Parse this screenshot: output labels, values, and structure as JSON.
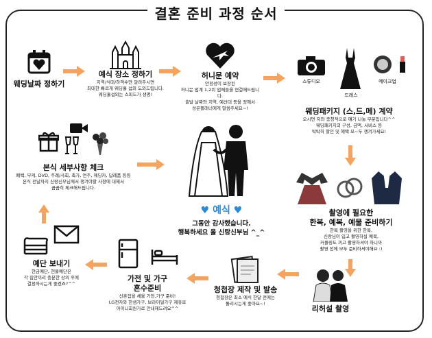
{
  "title": "결혼 준비 과정 순서",
  "accent": "#f4a460",
  "steps": {
    "date": {
      "title": "웨딩날짜 정하기"
    },
    "venue": {
      "title": "예식 장소 정하기",
      "desc": [
        "지역/식대/하객수만 알려주시면",
        "최대한 빠르게 웨딩홀 섭외 도와드립니다.",
        "웨딩홀섭외는 스피드가 생명!"
      ]
    },
    "honeymoon": {
      "title": "허니문 예약",
      "desc": [
        "안정성이 보장된",
        "허니문 업계 1,2위 업체들을 연결해드립니다.",
        "출발 날짜와 지역, 예산대 등을 정해서",
        "성은플래너에게 말씀주세요~!"
      ]
    },
    "sdm": {
      "title": "웨딩패키지 (스,드,메) 계약",
      "labels": [
        "스튜디오",
        "드레스",
        "메이크업"
      ],
      "desc": [
        "오시면 저와 충청적으로 얘기 나눌 부분입니다^^",
        "웨딩패키지의 구성, 금액, 서비스 등",
        "탁탁히 할인 및 혜택 모~두 챙겨가세요!"
      ]
    },
    "attire": {
      "title": [
        "촬영에 필요한",
        "한복, 예복, 예물 준비하기"
      ],
      "desc": [
        "한복 촬영을 위한 한복,",
        "신랑님이 입고 촬영하실 예복,",
        "커플링도 끼고 촬영하셔야 하니까",
        "촬영 전에 모두 준비하셔야해요 :)"
      ]
    },
    "rehearsal": {
      "title": "리허설 촬영"
    },
    "invitation": {
      "title": "청첩장 제작 및 발송",
      "desc": [
        "청첩장은 최소 예식 한달 전에는",
        "돌리시는게 좋아요~!"
      ]
    },
    "furniture": {
      "title": [
        "가전 및 가구",
        "혼수준비"
      ],
      "desc": [
        "신혼집을 채울 가전,가구 준비!",
        "LG전자와 한샘가구, 브라이덜가구 제휴로",
        "아이니회원가로 안내해드려요^^"
      ]
    },
    "yedan": {
      "title": "예단 보내기",
      "desc": [
        "현금예단, 현물예단은",
        "각 집안끼리 충분한 상의 후에",
        "결정하시는게 좋겠죠?^^"
      ]
    },
    "checklist": {
      "title": "본식 세부사항 체크",
      "desc": [
        "폐백, 부케, DVD, 주례/사회, 축가, 연주, 웨딩카, 답례품 등등",
        "본식 전날까지 신랑신부님께서 챙겨야할 사항에 대해서",
        "꼼꼼히 체크해드립니다."
      ]
    },
    "ceremony": {
      "title": "예식",
      "desc": [
        "그동안 감사했습니다.",
        "행복하세요 올 신랑신부님 ^_^"
      ]
    }
  }
}
